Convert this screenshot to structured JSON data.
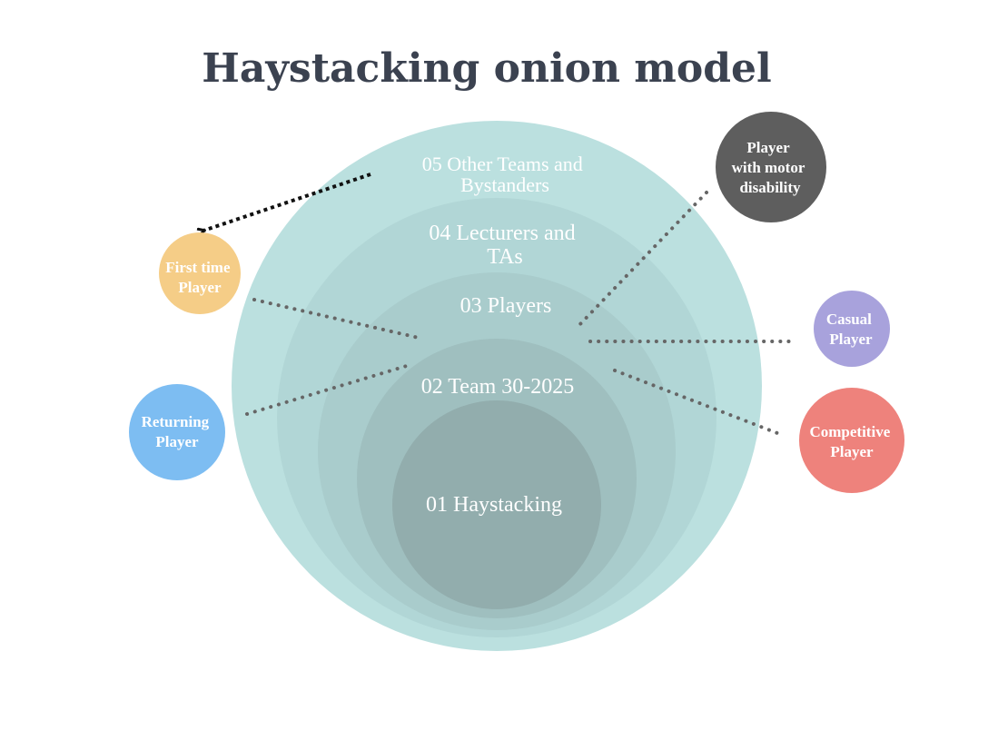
{
  "title": "Haystacking onion model",
  "colors": {
    "title": "#3b4250",
    "layer_05": "#bbe0df",
    "layer_04": "#b1d6d6",
    "layer_03": "#a9cccc",
    "layer_02": "#9fbfbf",
    "layer_01": "#92adad",
    "connector": "#666666",
    "arrow": "#111111"
  },
  "layers": [
    {
      "id": "05",
      "lines": [
        "05 Other Teams and",
        "Bystanders"
      ]
    },
    {
      "id": "04",
      "lines": [
        "04 Lecturers and",
        "TAs"
      ]
    },
    {
      "id": "03",
      "lines": [
        "03 Players"
      ]
    },
    {
      "id": "02",
      "lines": [
        "02 Team 30-2025"
      ]
    },
    {
      "id": "01",
      "lines": [
        "01 Haystacking"
      ]
    }
  ],
  "personas": [
    {
      "id": "motor",
      "lines": [
        "Player",
        "with  motor",
        "disability"
      ],
      "color": "#5e5e5e"
    },
    {
      "id": "first",
      "lines": [
        "First time",
        "Player"
      ],
      "color": "#f5cd87"
    },
    {
      "id": "casual",
      "lines": [
        "Casual",
        "Player"
      ],
      "color": "#a8a2dc"
    },
    {
      "id": "returning",
      "lines": [
        "Returning",
        "Player"
      ],
      "color": "#7dbdf2"
    },
    {
      "id": "competitive",
      "lines": [
        "Competitive",
        "Player"
      ],
      "color": "#ee827c"
    }
  ]
}
